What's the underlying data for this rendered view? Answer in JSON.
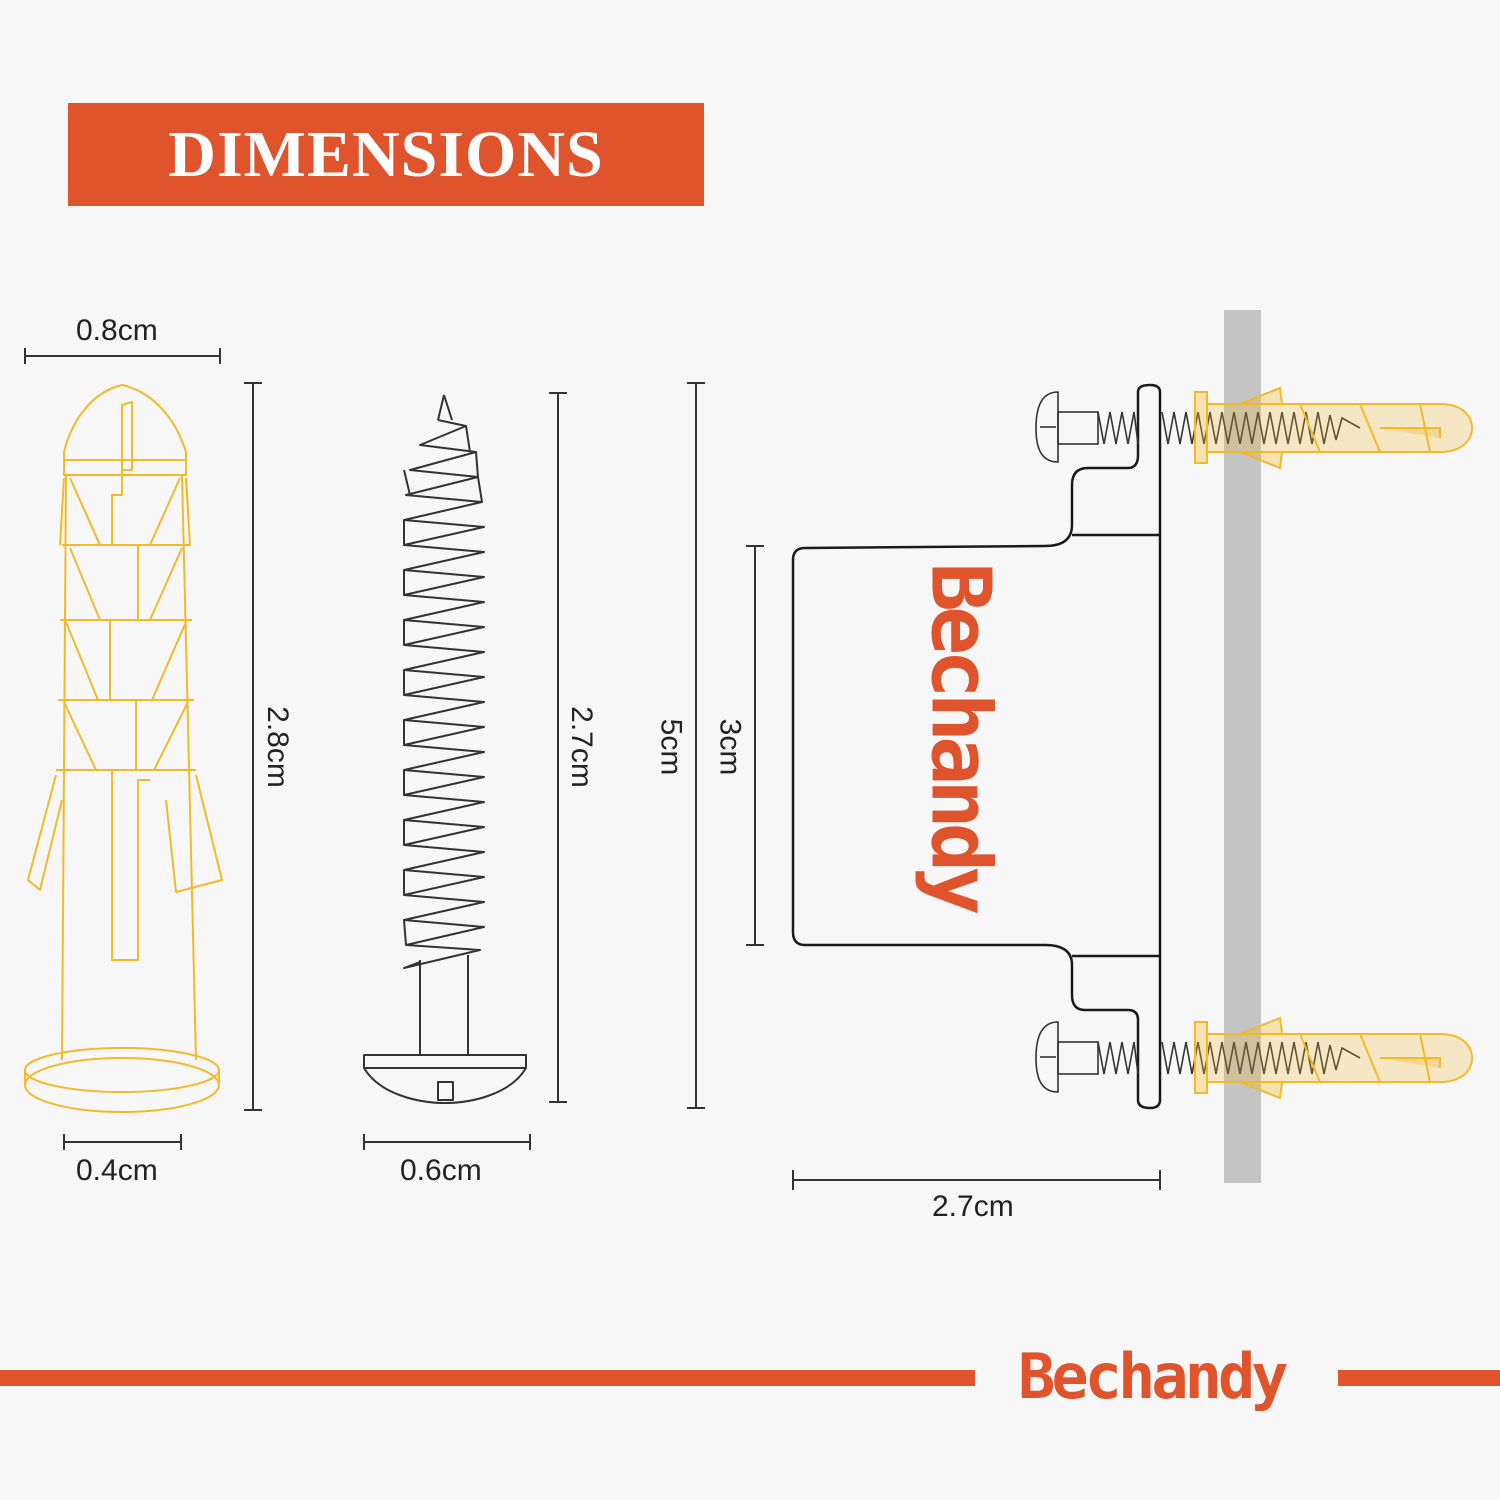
{
  "header": {
    "title": "DIMENSIONS"
  },
  "brand": {
    "name": "Bechandy",
    "accent_color": "#e0542d"
  },
  "anchor": {
    "top_width": "0.8cm",
    "bottom_width": "0.4cm",
    "length": "2.8cm",
    "color": "#f2b92b"
  },
  "screw": {
    "length": "2.7cm",
    "head_width": "0.6cm"
  },
  "bracket": {
    "total_height": "5cm",
    "inner_height": "3cm",
    "depth": "2.7cm"
  },
  "wall": {
    "color": "#c4c4c4"
  }
}
